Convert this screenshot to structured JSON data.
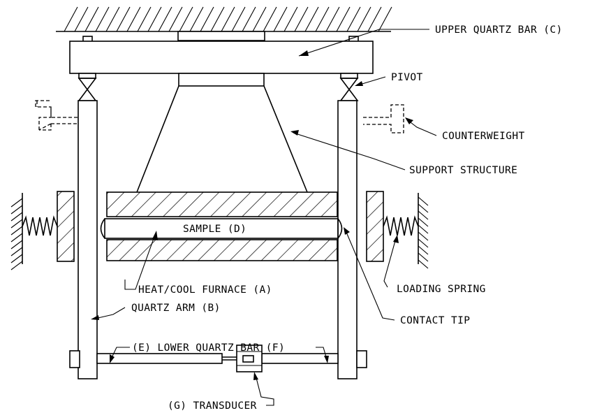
{
  "labels": {
    "upper_quartz_bar": "UPPER QUARTZ BAR (C)",
    "pivot": "PIVOT",
    "counterweight": "COUNTERWEIGHT",
    "support_structure": "SUPPORT STRUCTURE",
    "sample": "SAMPLE (D)",
    "loading_spring": "LOADING SPRING",
    "heat_cool_furnace": "HEAT/COOL FURNACE (A)",
    "quartz_arm": "QUARTZ ARM (B)",
    "contact_tip": "CONTACT TIP",
    "lower_quartz_bar": "(E) LOWER QUARTZ BAR (F)",
    "transducer": "(G) TRANSDUCER"
  }
}
